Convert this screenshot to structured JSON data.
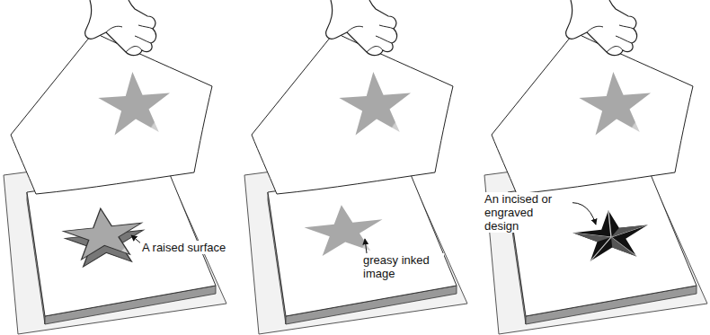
{
  "diagram": {
    "labels": [
      "A raised surface",
      "greasy inked image",
      "An incised or engraved design"
    ]
  }
}
